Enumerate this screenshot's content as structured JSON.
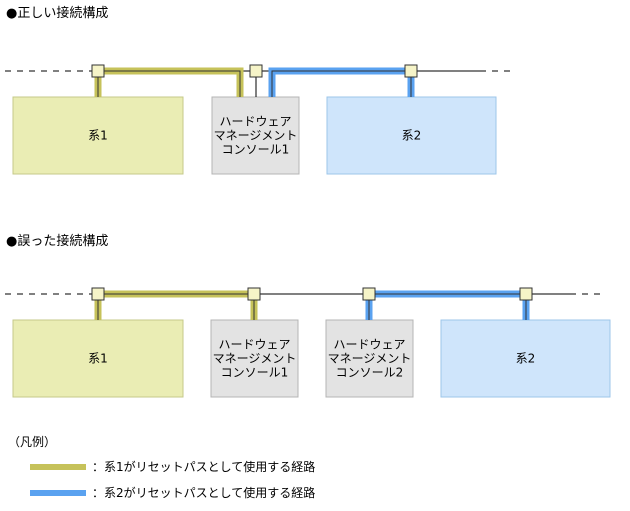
{
  "sections": [
    {
      "id": "correct",
      "heading": "●正しい接続構成",
      "boxes": [
        {
          "id": "sys1",
          "lines": [
            "系1"
          ],
          "role": "system1"
        },
        {
          "id": "hmc1",
          "lines": [
            "ハードウェア",
            "マネージメント",
            "コンソール1"
          ],
          "role": "console"
        },
        {
          "id": "sys2",
          "lines": [
            "系2"
          ],
          "role": "system2"
        }
      ]
    },
    {
      "id": "wrong",
      "heading": "●誤った接続構成",
      "boxes": [
        {
          "id": "sys1",
          "lines": [
            "系1"
          ],
          "role": "system1"
        },
        {
          "id": "hmc1",
          "lines": [
            "ハードウェア",
            "マネージメント",
            "コンソール1"
          ],
          "role": "console"
        },
        {
          "id": "hmc2",
          "lines": [
            "ハードウェア",
            "マネージメント",
            "コンソール2"
          ],
          "role": "console"
        },
        {
          "id": "sys2",
          "lines": [
            "系2"
          ],
          "role": "system2"
        }
      ]
    }
  ],
  "legend": {
    "title": "（凡例）",
    "items": [
      {
        "label": "：系1がリセットパスとして使用する経路",
        "color": "#c6c25a"
      },
      {
        "label": "：系2がリセットパスとして使用する経路",
        "color": "#5aa2f0"
      }
    ]
  },
  "colors": {
    "system1_fill": "#eaedb4",
    "system1_stroke": "#c5c98a",
    "system2_fill": "#cfe5fb",
    "system2_stroke": "#9cc6ea",
    "console_fill": "#e3e3e3",
    "console_stroke": "#b5b5b5",
    "path1": "#c6c25a",
    "path2": "#5aa2f0",
    "node_fill": "#f6f4c8"
  }
}
